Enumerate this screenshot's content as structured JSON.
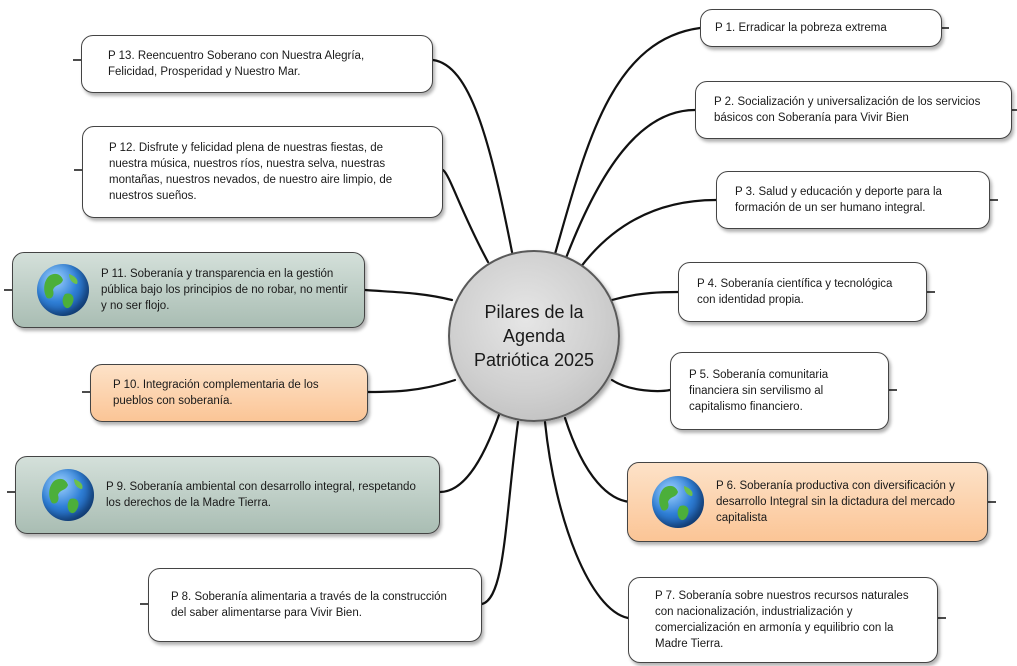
{
  "center": {
    "label": "Pilares de la\nAgenda\nPatriótica 2025"
  },
  "pillars": [
    {
      "id": "p1",
      "text": "P 1. Erradicar la pobreza extrema",
      "style": "plain"
    },
    {
      "id": "p2",
      "text": "P 2. Socialización y universalización de los servicios básicos con Soberanía para Vivir Bien",
      "style": "plain"
    },
    {
      "id": "p3",
      "text": "P 3. Salud y educación y deporte para la formación de un ser humano integral.",
      "style": "plain"
    },
    {
      "id": "p4",
      "text": "P 4. Soberanía científica y tecnológica con identidad propia.",
      "style": "plain"
    },
    {
      "id": "p5",
      "text": "P 5. Soberanía comunitaria financiera sin servilismo al capitalismo financiero.",
      "style": "plain"
    },
    {
      "id": "p6",
      "text": "P 6. Soberanía productiva con diversificación y desarrollo Integral sin la dictadura del mercado capitalista",
      "style": "orange",
      "icon": "globe-icon"
    },
    {
      "id": "p7",
      "text": "P 7. Soberanía sobre nuestros recursos naturales con nacionalización, industrialización y comercialización en armonía y equilibrio con la Madre Tierra.",
      "style": "plain"
    },
    {
      "id": "p8",
      "text": "P 8. Soberanía alimentaria a través de la construcción del saber alimentarse para Vivir Bien.",
      "style": "plain"
    },
    {
      "id": "p9",
      "text": "P 9. Soberanía ambiental con desarrollo integral, respetando los derechos de la Madre Tierra.",
      "style": "green",
      "icon": "globe-icon"
    },
    {
      "id": "p10",
      "text": "P 10. Integración complementaria de los pueblos con soberanía.",
      "style": "orange"
    },
    {
      "id": "p11",
      "text": "P 11. Soberanía y transparencia en la gestión pública bajo los principios de no robar, no mentir y no ser flojo.",
      "style": "green",
      "icon": "globe-icon"
    },
    {
      "id": "p12",
      "text": "P 12. Disfrute y felicidad plena de nuestras fiestas, de nuestra música, nuestros ríos, nuestra selva, nuestras montañas, nuestros nevados, de nuestro aire limpio, de nuestros sueños.",
      "style": "plain"
    },
    {
      "id": "p13",
      "text": "P 13. Reencuentro Soberano con Nuestra Alegría, Felicidad, Prosperidad y Nuestro Mar.",
      "style": "plain"
    }
  ],
  "colors": {
    "orange_fill": "#fbc596",
    "green_fill": "#a9bdb3",
    "line": "#111111"
  }
}
